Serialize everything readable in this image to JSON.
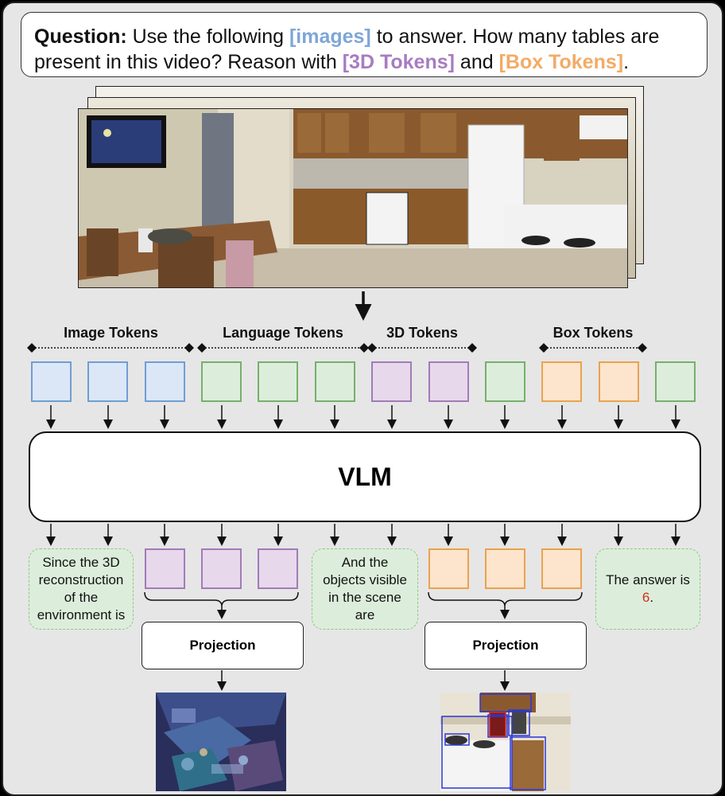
{
  "question": {
    "label": "Question:",
    "text_before": " Use the following ",
    "kw_images": "[images]",
    "text_middle": " to answer. How many tables are present in this video? Reason with ",
    "kw_3d": "[3D Tokens]",
    "text_and": " and ",
    "kw_box": "[Box Tokens]",
    "text_end": "."
  },
  "groups": {
    "image": "Image Tokens",
    "language": "Language Tokens",
    "three_d": "3D Tokens",
    "box": "Box Tokens"
  },
  "model": {
    "name": "VLM"
  },
  "outputs": {
    "text1": "Since the 3D reconstruction of the environment is",
    "text2": "And the objects visible in the scene are",
    "text3_prefix": "The answer is ",
    "answer": "6",
    "text3_suffix": "."
  },
  "projection": {
    "label_left": "Projection",
    "label_right": "Projection"
  },
  "colors": {
    "image_token": "#dbe7f7",
    "language_token": "#dceedb",
    "three_d_token": "#e7d8ec",
    "box_token": "#fde4cc",
    "answer": "#d62b20"
  },
  "icons": {
    "video_frames": "kitchen-video-frames",
    "point_cloud": "3d-point-cloud-image",
    "boxed_scene": "bounding-box-scene-image"
  }
}
